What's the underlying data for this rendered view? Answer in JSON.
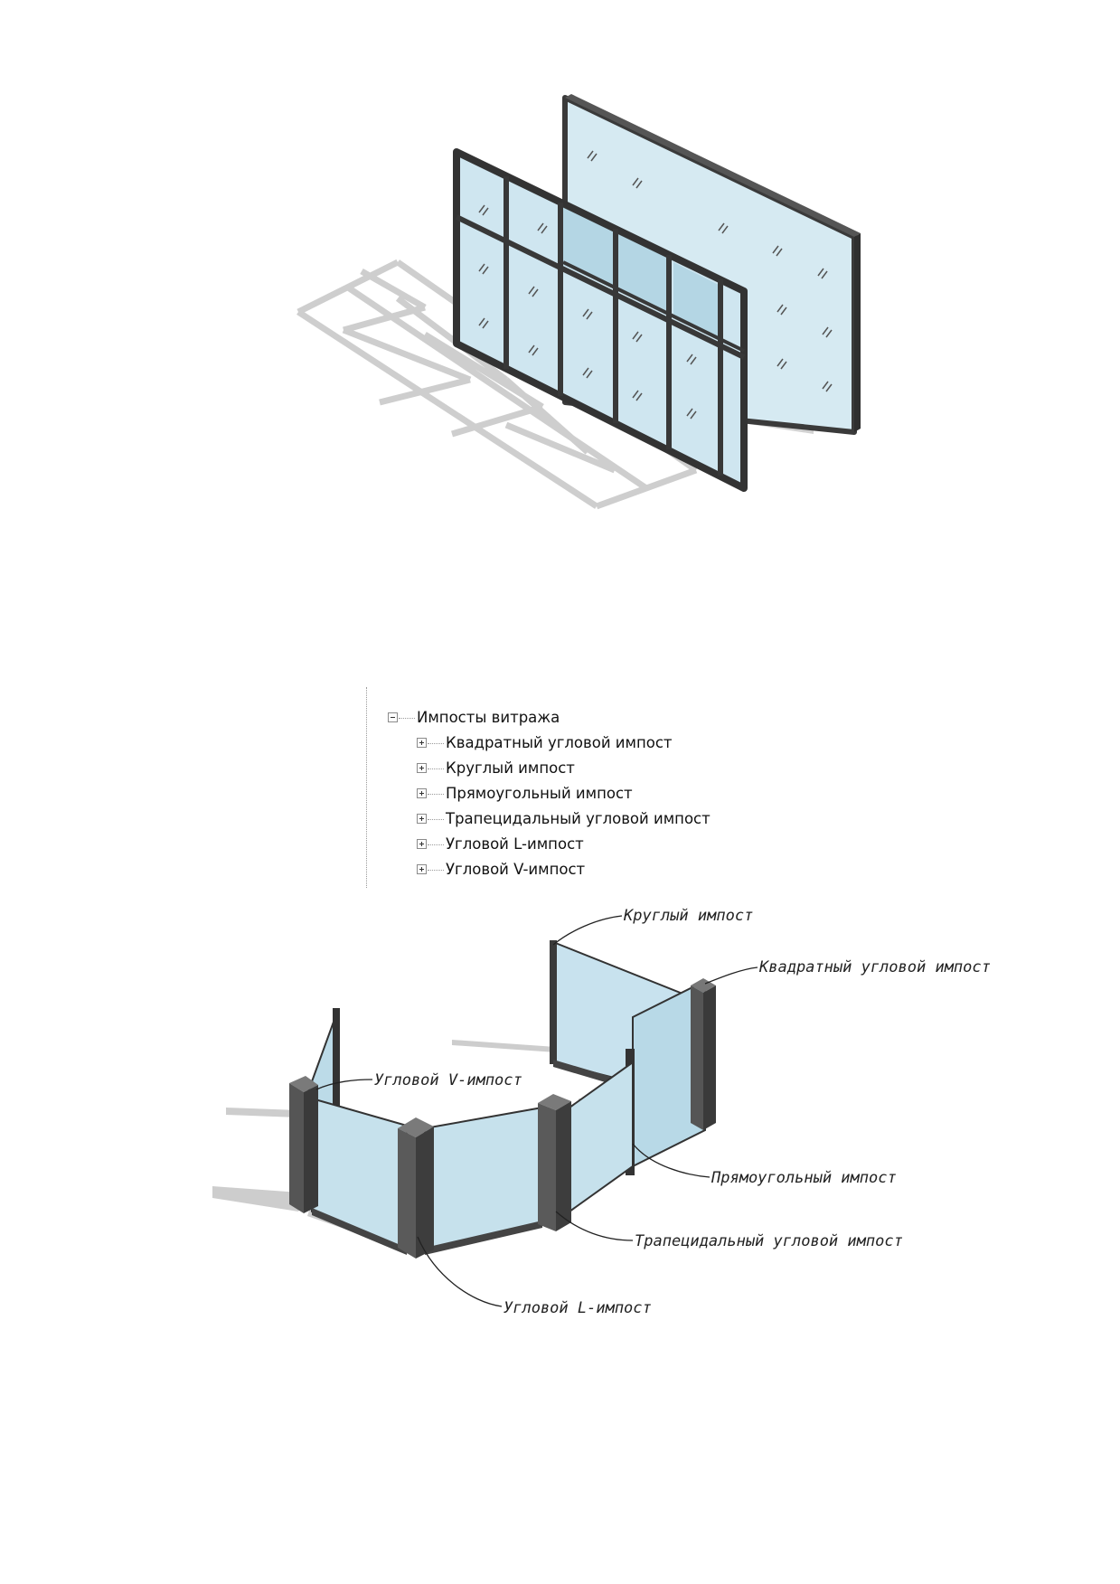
{
  "tree": {
    "root": "Импосты витража",
    "items": [
      "Квадратный угловой импост",
      "Круглый импост",
      "Прямоугольный импост",
      "Трапецидальный угловой импост",
      "Угловой L-импост",
      "Угловой V-импост"
    ]
  },
  "callouts": {
    "round": "Круглый импост",
    "square_corner": "Квадратный угловой импост",
    "corner_v": "Угловой V-импост",
    "rectangular": "Прямоугольный импост",
    "trapezoidal": "Трапецидальный угловой импост",
    "corner_l": "Угловой L-импост"
  },
  "colors": {
    "glass": "#cfe6f0",
    "glass_dark": "#a9cfe0",
    "frame": "#3a3a3a",
    "shadow": "#c8c8c8",
    "mullion_dark": "#555555"
  }
}
